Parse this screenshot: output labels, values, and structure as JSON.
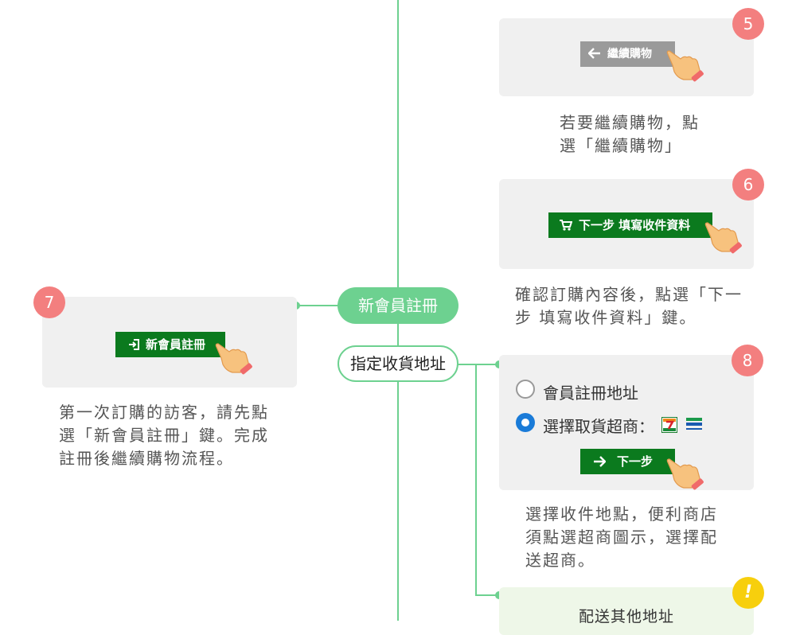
{
  "center": {
    "new_member_pill": "新會員註冊",
    "assign_address_pill": "指定收貨地址"
  },
  "step5": {
    "badge": "5",
    "button_label": "繼續購物",
    "desc_line1": "若要繼續購物，點",
    "desc_line2": "選「繼續購物」"
  },
  "step6": {
    "badge": "6",
    "button_label": "下一步 填寫收件資料",
    "desc_line1": "確認訂購內容後，點選「下一",
    "desc_line2": "步 填寫收件資料」鍵。"
  },
  "step7": {
    "badge": "7",
    "button_label": "新會員註冊",
    "desc_line1": "第一次訂購的訪客，請先點",
    "desc_line2": "選「新會員註冊」鍵。完成",
    "desc_line3": "註冊後繼續購物流程。"
  },
  "step8": {
    "badge": "8",
    "option1": "會員註冊地址",
    "option2": "選擇取貨超商：",
    "next_button": "下一步",
    "desc_line1": "選擇收件地點，便利商店",
    "desc_line2": "須點選超商圖示，選擇配",
    "desc_line3": "送超商。"
  },
  "other": {
    "badge": "!",
    "title": "配送其他地址"
  },
  "icons": {
    "back": "arrow-left-icon",
    "cart": "cart-icon",
    "login": "sign-in-icon",
    "next": "arrow-right-icon",
    "hand": "pointing-hand-icon",
    "seven": "seven-eleven-icon",
    "family": "familymart-icon"
  },
  "colors": {
    "line": "#6dd190",
    "badge": "#f37f7f",
    "button_green": "#0b7a1e",
    "button_gray": "#9a9a9a",
    "radio_selected": "#1a7bd8",
    "warn": "#f7cf0d"
  }
}
